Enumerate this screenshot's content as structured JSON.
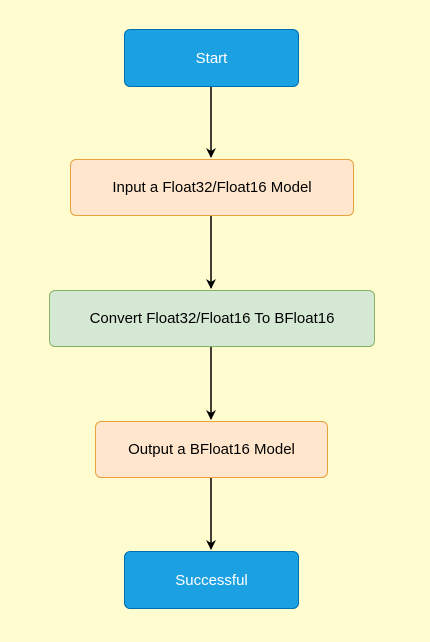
{
  "flowchart": {
    "nodes": [
      {
        "id": "start",
        "label": "Start"
      },
      {
        "id": "input",
        "label": "Input a Float32/Float16 Model"
      },
      {
        "id": "convert",
        "label": "Convert Float32/Float16 To BFloat16"
      },
      {
        "id": "output",
        "label": "Output a BFloat16 Model"
      },
      {
        "id": "end",
        "label": "Successful"
      }
    ],
    "edges": [
      {
        "from": "start",
        "to": "input"
      },
      {
        "from": "input",
        "to": "convert"
      },
      {
        "from": "convert",
        "to": "output"
      },
      {
        "from": "output",
        "to": "end"
      }
    ]
  },
  "colors": {
    "background": "#fffdd0",
    "terminal_fill": "#1ba1e2",
    "terminal_stroke": "#006eaf",
    "io_fill": "#ffe6cc",
    "io_stroke": "#e8a13c",
    "process_fill": "#d5e8d4",
    "process_stroke": "#82b366",
    "arrow": "#000000"
  }
}
